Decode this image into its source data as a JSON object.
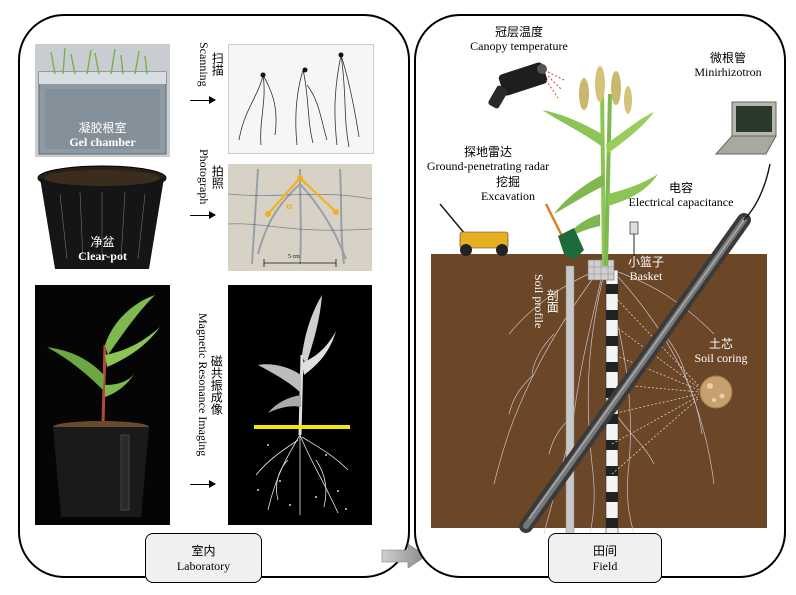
{
  "laboratory": {
    "panel_label": {
      "cn": "室内",
      "en": "Laboratory"
    },
    "gel_chamber": {
      "cn": "凝胶根室",
      "en": "Gel chamber"
    },
    "scanning": {
      "cn": "扫描",
      "en": "Scanning"
    },
    "clear_pot": {
      "cn": "净盆",
      "en": "Clear-pot"
    },
    "photograph": {
      "cn": "拍照",
      "en": "Photograph"
    },
    "scale_label": "5 cm",
    "angle_label": "α",
    "mri": {
      "cn": "磁共振成像",
      "en": "Magnetic Resonance Imaging"
    }
  },
  "field": {
    "panel_label": {
      "cn": "田间",
      "en": "Field"
    },
    "canopy_temperature": {
      "cn": "冠层温度",
      "en": "Canopy temperature"
    },
    "minirhizotron": {
      "cn": "微根管",
      "en": "Minirhizotron"
    },
    "gpr": {
      "cn": "探地雷达",
      "en": "Ground-penetrating radar"
    },
    "excavation": {
      "cn": "挖掘",
      "en": "Excavation"
    },
    "capacitance": {
      "cn": "电容",
      "en": "Electrical capacitance"
    },
    "soil_profile": {
      "cn": "剖面",
      "en": "Soil profile"
    },
    "basket": {
      "cn": "小篮子",
      "en": "Basket"
    },
    "soil_coring": {
      "cn": "土芯",
      "en": "Soil coring"
    }
  },
  "colors": {
    "soil": "#6b4727",
    "chamber": "#8e9aa4",
    "pot_black": "#151515",
    "leaf_green": "#7fb84e",
    "angle_yellow": "#f2b01e"
  }
}
